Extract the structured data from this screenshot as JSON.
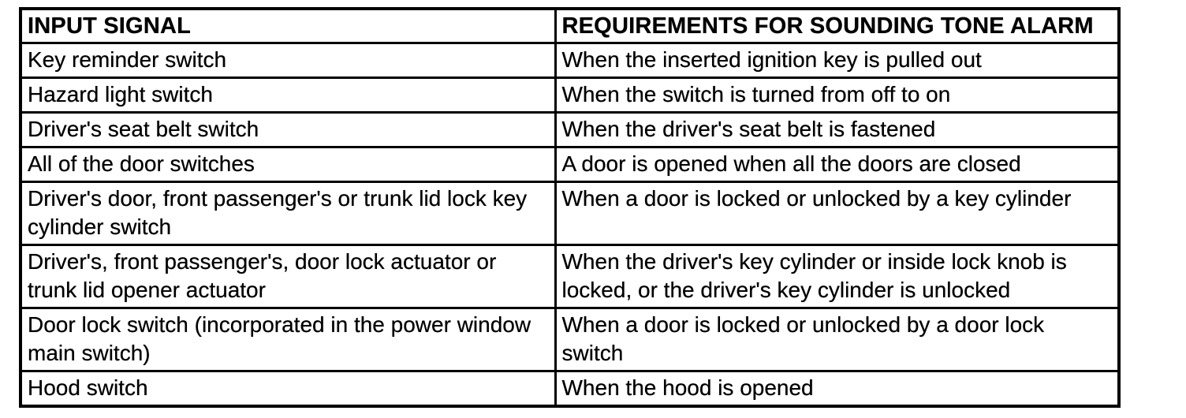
{
  "table": {
    "headers": [
      "INPUT SIGNAL",
      "REQUIREMENTS FOR SOUNDING TONE ALARM"
    ],
    "rows": [
      {
        "left": "Key reminder switch",
        "right": "When the inserted ignition key is pulled out"
      },
      {
        "left": "Hazard light switch",
        "right": "When the switch is turned from off to on"
      },
      {
        "left": "Driver's seat belt switch",
        "right": "When the driver's seat belt is fastened"
      },
      {
        "left": "All of the door switches",
        "right": "A door is opened when all the doors are closed"
      },
      {
        "left": "Driver's door, front passenger's or trunk lid lock key\ncylinder switch",
        "right": "When a door is locked or unlocked by a key cylinder"
      },
      {
        "left": "Driver's, front passenger's, door lock actuator or\ntrunk lid opener actuator",
        "right": "When the driver's key cylinder or inside lock knob is\nlocked, or the driver's key cylinder is unlocked"
      },
      {
        "left": "Door lock switch (incorporated in the power window\nmain switch)",
        "right": "When a door is locked or unlocked by a door lock\nswitch"
      },
      {
        "left": "Hood switch",
        "right": "When the hood is opened"
      }
    ]
  },
  "colors": {
    "text": "#000000",
    "border": "#000000",
    "background": "#ffffff"
  }
}
